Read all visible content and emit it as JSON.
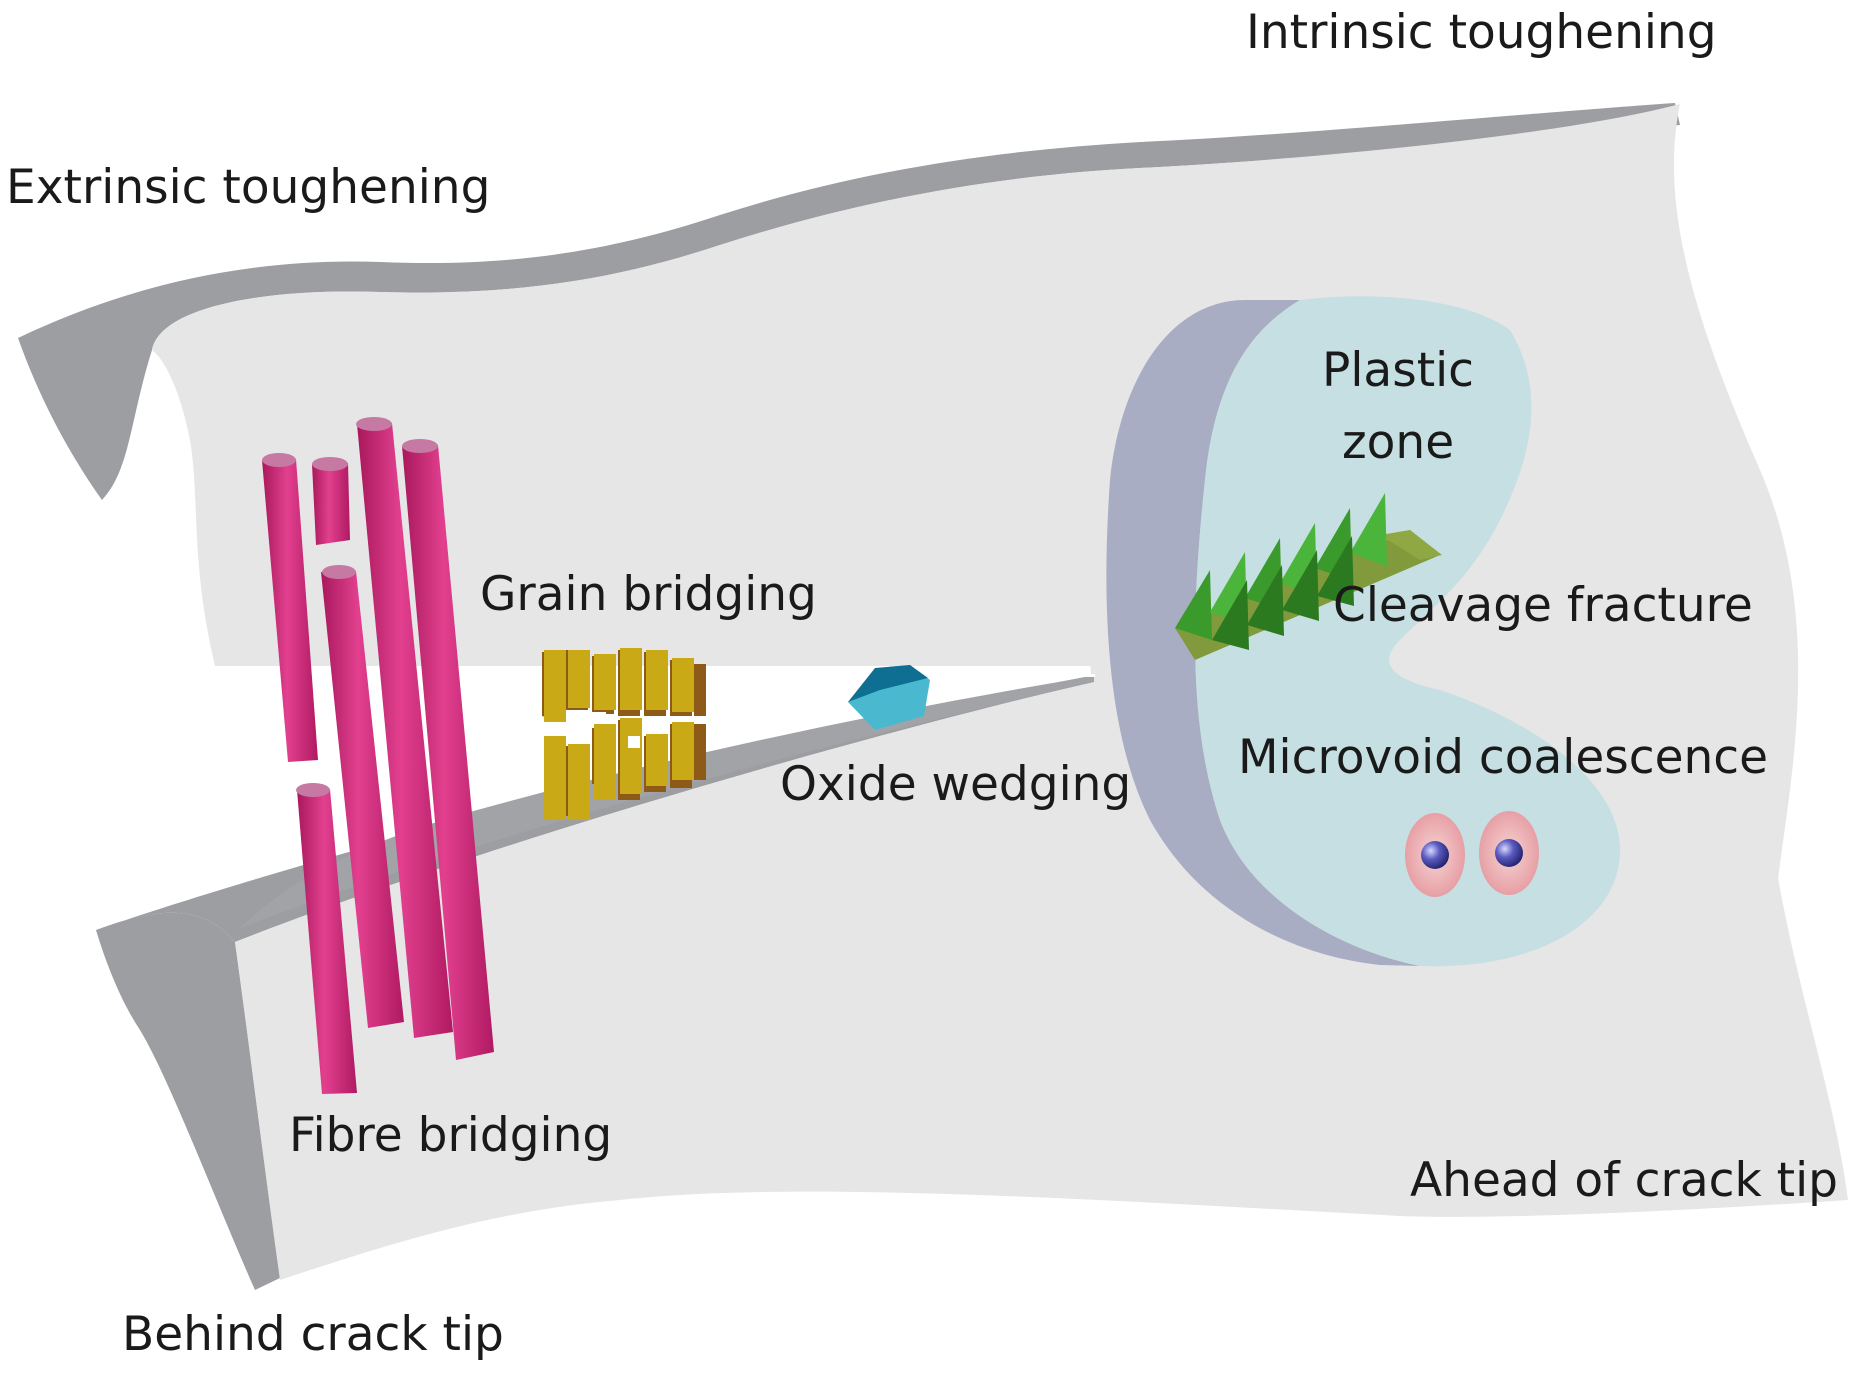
{
  "labels": {
    "intrinsic_toughening": "Intrinsic toughening",
    "extrinsic_toughening": "Extrinsic toughening",
    "plastic_zone_line1": "Plastic",
    "plastic_zone_line2": "zone",
    "grain_bridging": "Grain bridging",
    "cleavage_fracture": "Cleavage fracture",
    "oxide_wedging": "Oxide wedging",
    "microvoid_coalescence": "Microvoid coalescence",
    "fibre_bridging": "Fibre bridging",
    "ahead_of_crack_tip": "Ahead of crack tip",
    "behind_crack_tip": "Behind crack tip"
  },
  "colors": {
    "surface": "#e6e6e6",
    "edge": "#9d9ea2",
    "plastic_zone_fill": "#c6dfe2",
    "plastic_zone_side": "#a9adc4",
    "fibre": "#d4267a",
    "fibre_top": "#c67aa3",
    "grain": "#c9aa16",
    "grain_shadow": "#8e5a17",
    "oxide": "#4ab9cf",
    "oxide_top": "#0f6f92",
    "cleavage_green": "#3a9a2b",
    "cleavage_base": "#809a3c",
    "void_halo": "#e6a0a5",
    "void_core": "#3a3a9c"
  }
}
